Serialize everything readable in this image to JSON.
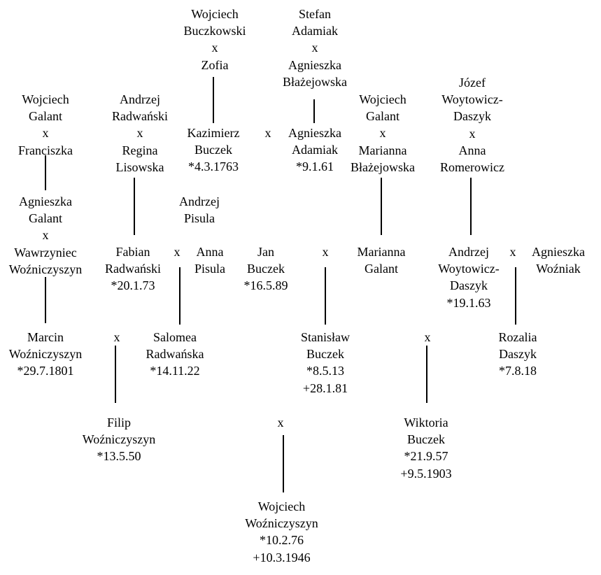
{
  "blocks": {
    "buczkowski_parents": [
      "Wojciech",
      "Buczkowski",
      "x",
      "Zofia"
    ],
    "adamiak_parents": [
      "Stefan",
      "Adamiak",
      "x",
      "Agnieszka",
      "Błażejowska"
    ],
    "galant_parents_left": [
      "Wojciech",
      "Galant",
      "x",
      "Franciszka"
    ],
    "radwanski_parents": [
      "Andrzej",
      "Radwański",
      "x",
      "Regina",
      "Lisowska"
    ],
    "kazimierz": [
      "Kazimierz",
      "Buczek",
      "*4.3.1763"
    ],
    "agnieszka_adamiak": [
      "Agnieszka",
      "Adamiak",
      "*9.1.61"
    ],
    "galant_parents_right": [
      "Wojciech",
      "Galant",
      "x",
      "Marianna",
      "Błażejowska"
    ],
    "woytowicz_parents": [
      "Józef",
      "Woytowicz-",
      "Daszyk",
      "x",
      "Anna",
      "Romerowicz"
    ],
    "agnieszka_galant": [
      "Agnieszka",
      "Galant",
      "x",
      "Wawrzyniec",
      "Woźniczyszyn"
    ],
    "andrzej_pisula": [
      "Andrzej",
      "Pisula"
    ],
    "fabian": [
      "Fabian",
      "Radwański",
      "*20.1.73"
    ],
    "anna_pisula": [
      "Anna",
      "Pisula"
    ],
    "jan_buczek": [
      "Jan",
      "Buczek",
      "*16.5.89"
    ],
    "marianna_galant": [
      "Marianna",
      "Galant"
    ],
    "andrzej_woytowicz": [
      "Andrzej",
      "Woytowicz-",
      "Daszyk",
      "*19.1.63"
    ],
    "agnieszka_wozniak": [
      "Agnieszka",
      "Woźniak"
    ],
    "marcin": [
      "Marcin",
      "Woźniczyszyn",
      "*29.7.1801"
    ],
    "salomea": [
      "Salomea",
      "Radwańska",
      "*14.11.22"
    ],
    "stanislaw": [
      "Stanisław",
      "Buczek",
      "*8.5.13",
      "+28.1.81"
    ],
    "rozalia": [
      "Rozalia",
      "Daszyk",
      "*7.8.18"
    ],
    "filip": [
      "Filip",
      "Woźniczyszyn",
      "*13.5.50"
    ],
    "wiktoria": [
      "Wiktoria",
      "Buczek",
      "*21.9.57",
      "+9.5.1903"
    ],
    "wojciech_wozniczyszyn": [
      "Wojciech",
      "Woźniczyszyn",
      "*10.2.76",
      "+10.3.1946"
    ]
  },
  "marriage_symbol": "x"
}
